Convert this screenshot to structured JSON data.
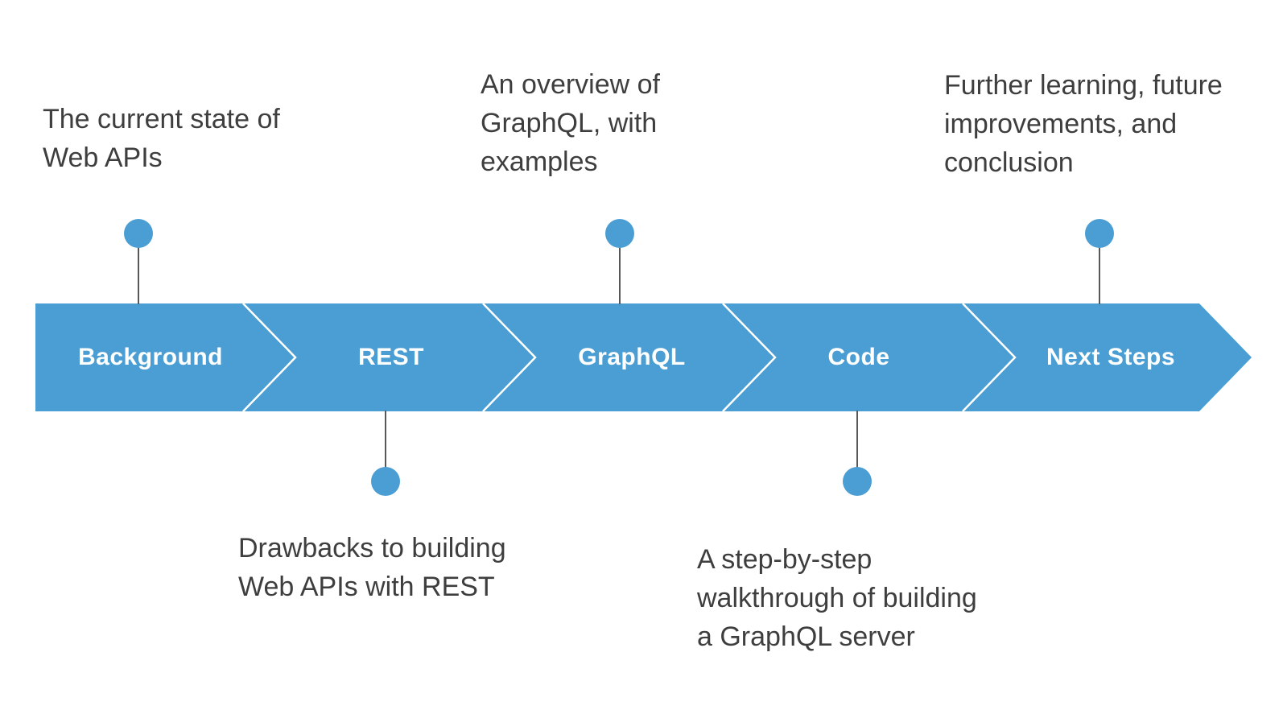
{
  "colors": {
    "accent": "#4a9ed3",
    "note_text": "#3e3e3e",
    "connector": "#58585a",
    "segment_text": "#ffffff",
    "background": "#ffffff"
  },
  "band": {
    "type": "process-arrow-timeline",
    "direction": "left-to-right",
    "segments": [
      {
        "label": "Background"
      },
      {
        "label": "REST"
      },
      {
        "label": "GraphQL"
      },
      {
        "label": "Code"
      },
      {
        "label": "Next Steps"
      }
    ]
  },
  "notes": [
    {
      "segment": "Background",
      "position": "above",
      "lines": [
        "The current state of",
        "Web APIs"
      ]
    },
    {
      "segment": "REST",
      "position": "below",
      "lines": [
        "Drawbacks to building",
        "Web APIs with REST"
      ]
    },
    {
      "segment": "GraphQL",
      "position": "above",
      "lines": [
        "An overview of",
        "GraphQL, with",
        "examples"
      ]
    },
    {
      "segment": "Code",
      "position": "below",
      "lines": [
        "A step-by-step",
        "walkthrough of building",
        "a GraphQL server"
      ]
    },
    {
      "segment": "Next Steps",
      "position": "above",
      "lines": [
        "Further learning, future",
        "improvements, and",
        "conclusion"
      ]
    }
  ]
}
